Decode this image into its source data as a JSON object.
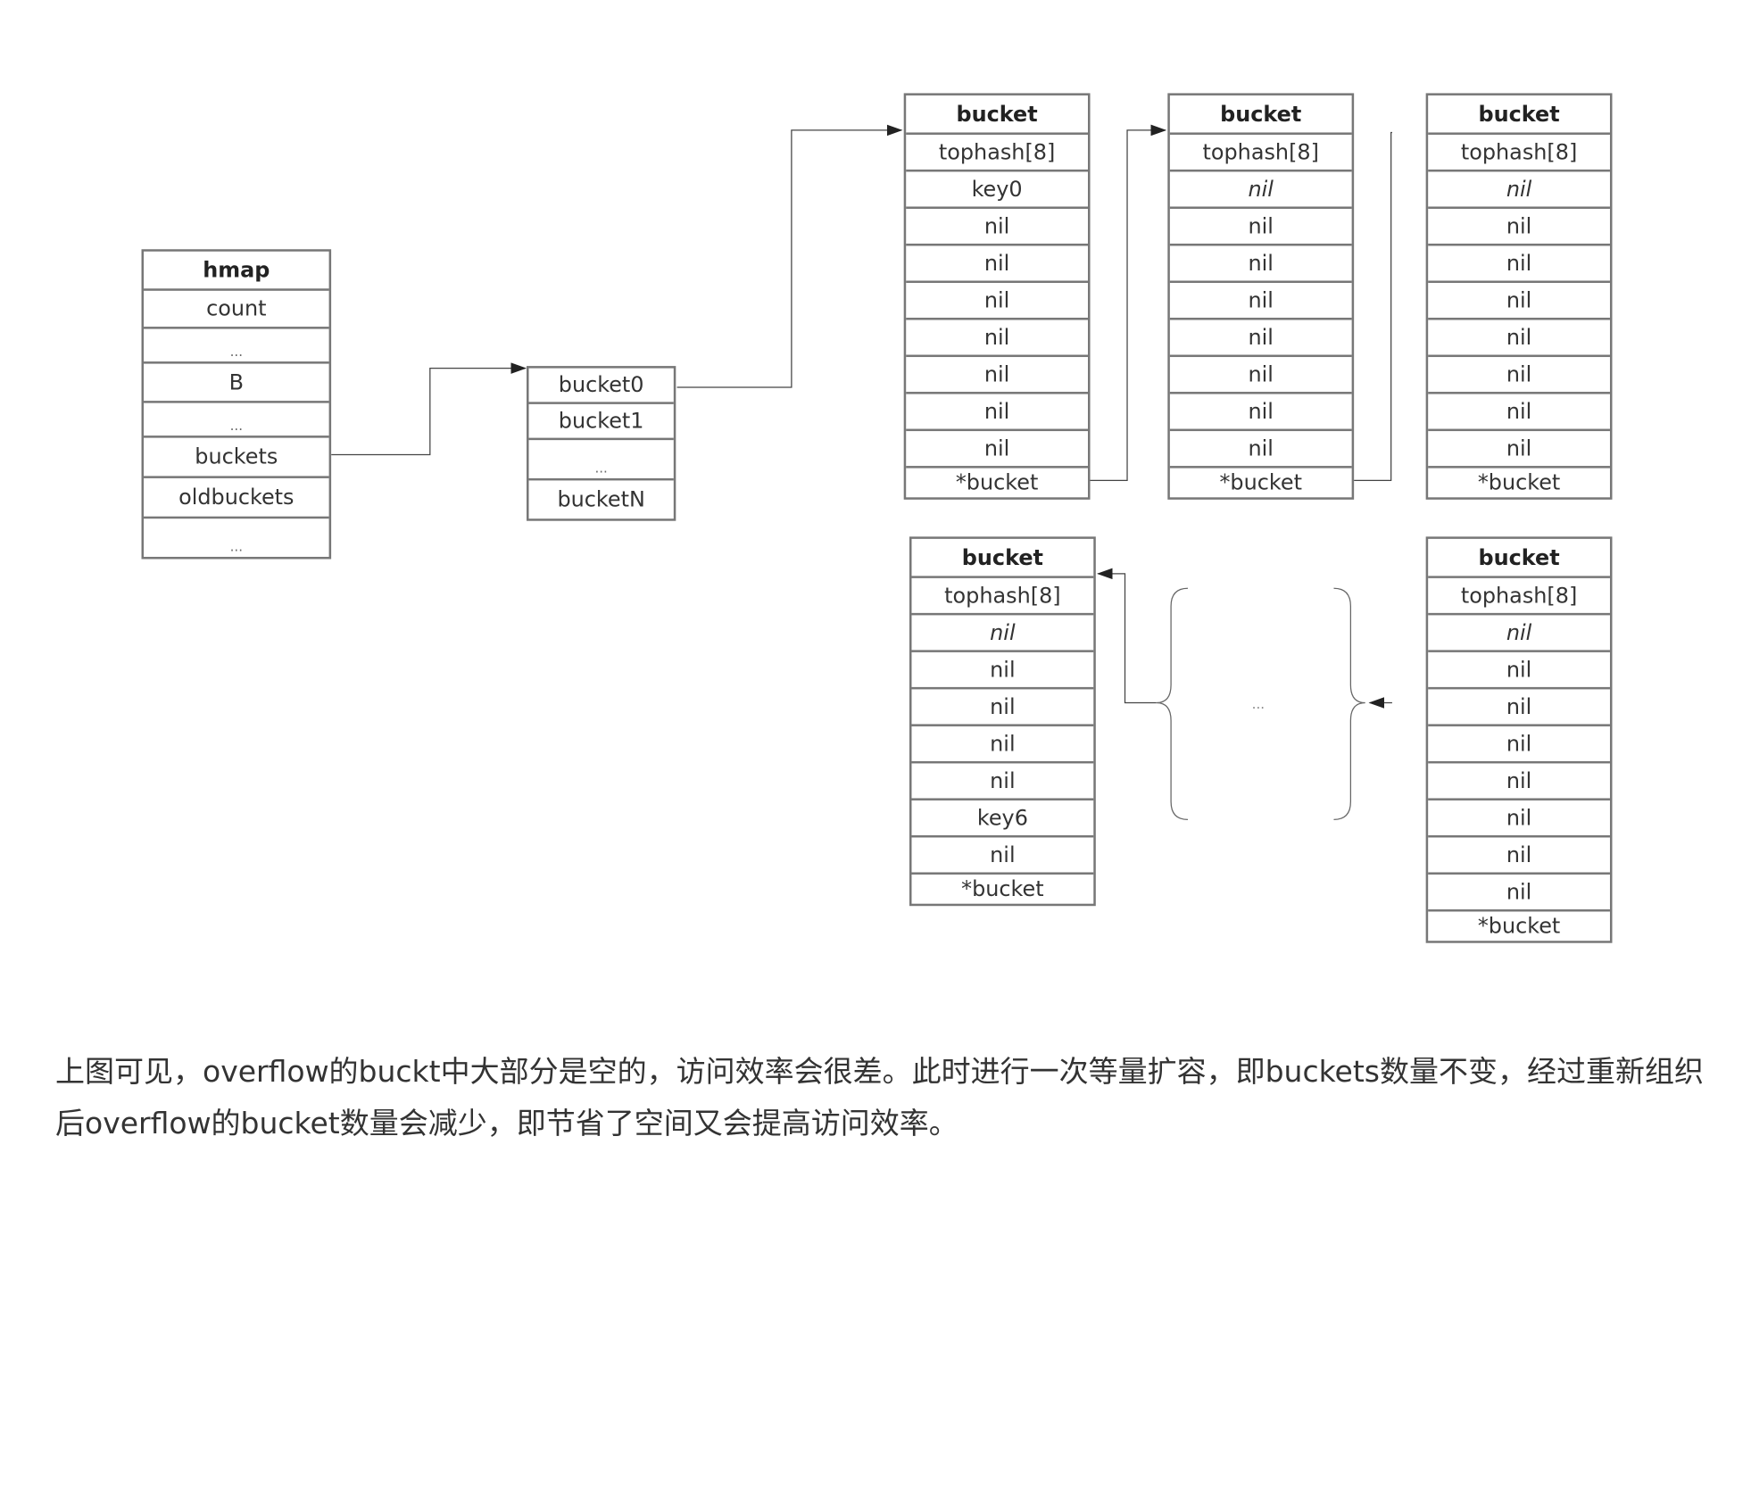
{
  "hmap": {
    "title": "hmap",
    "fields": [
      "count",
      "...",
      "B",
      "...",
      "buckets",
      "oldbuckets",
      "..."
    ]
  },
  "bucket_array": {
    "fields": [
      "bucket0",
      "bucket1",
      "...",
      "bucketN"
    ]
  },
  "buckets": [
    {
      "title": "bucket",
      "rows": [
        "tophash[8]",
        "key0",
        "nil",
        "nil",
        "nil",
        "nil",
        "nil",
        "nil",
        "nil",
        "*bucket"
      ]
    },
    {
      "title": "bucket",
      "rows": [
        "tophash[8]",
        "nil",
        "nil",
        "nil",
        "nil",
        "nil",
        "nil",
        "nil",
        "nil",
        "*bucket"
      ]
    },
    {
      "title": "bucket",
      "rows": [
        "tophash[8]",
        "nil",
        "nil",
        "nil",
        "nil",
        "nil",
        "nil",
        "nil",
        "nil",
        "*bucket"
      ]
    },
    {
      "title": "bucket",
      "rows": [
        "tophash[8]",
        "nil",
        "nil",
        "nil",
        "nil",
        "nil",
        "key6",
        "nil",
        "*bucket"
      ]
    },
    {
      "title": "bucket",
      "rows": [
        "tophash[8]",
        "nil",
        "nil",
        "nil",
        "nil",
        "nil",
        "nil",
        "nil",
        "nil",
        "*bucket"
      ]
    }
  ],
  "gap_label": "...",
  "caption": "上图可见，overflow的buckt中大部分是空的，访问效率会很差。此时进行一次等量扩容，即buckets数量不变，经过重新组织后overflow的bucket数量会减少，即节省了空间又会提高访问效率。"
}
